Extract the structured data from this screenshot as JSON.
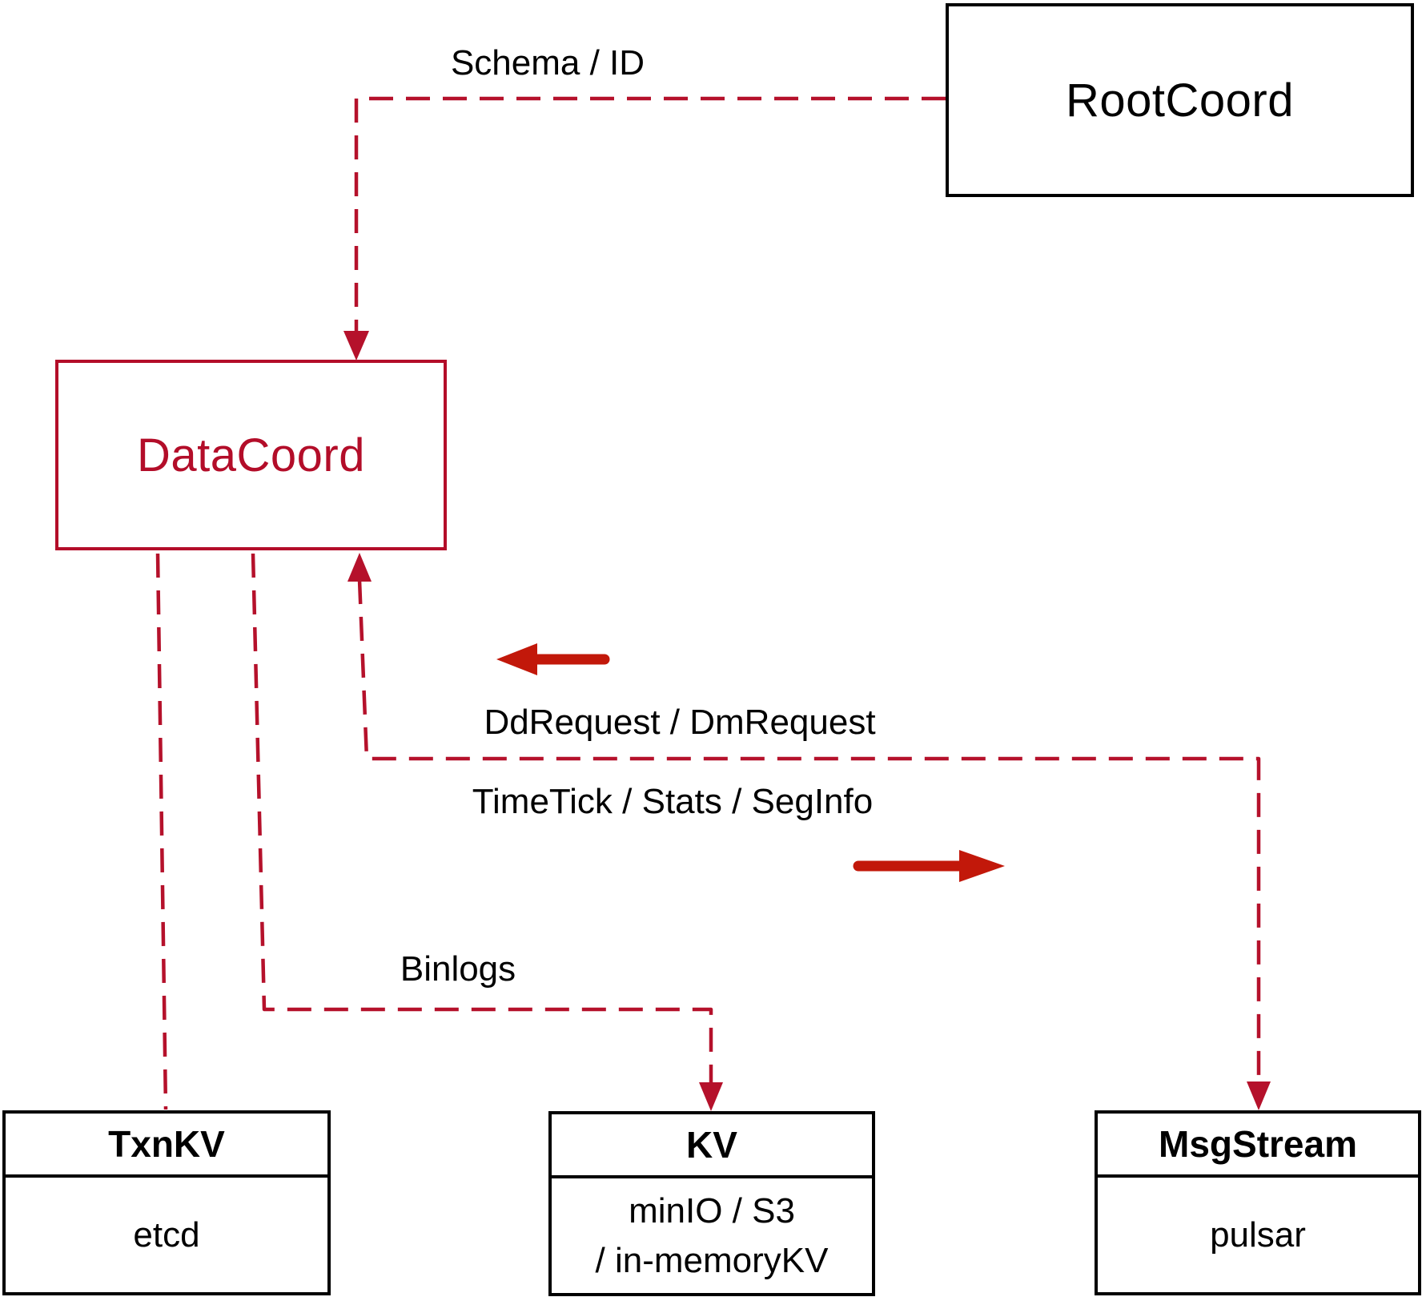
{
  "colors": {
    "dashed_line_red": "#b5112b",
    "solid_arrow_red": "#c2180a",
    "datacoord_red": "#b30d29",
    "box_border_black": "#000000",
    "text_black": "#000000",
    "background": "#ffffff"
  },
  "nodes": {
    "rootcoord": {
      "label": "RootCoord"
    },
    "datacoord": {
      "label": "DataCoord"
    },
    "txnkv": {
      "title": "TxnKV",
      "body": "etcd"
    },
    "kv": {
      "title": "KV",
      "body_line1": "minIO / S3",
      "body_line2": "/ in-memoryKV"
    },
    "msgstream": {
      "title": "MsgStream",
      "body": "pulsar"
    }
  },
  "edge_labels": {
    "schema_id": "Schema / ID",
    "dd_dm_request": "DdRequest / DmRequest",
    "timetick_stats_seginfo": "TimeTick / Stats / SegInfo",
    "binlogs": "Binlogs"
  }
}
